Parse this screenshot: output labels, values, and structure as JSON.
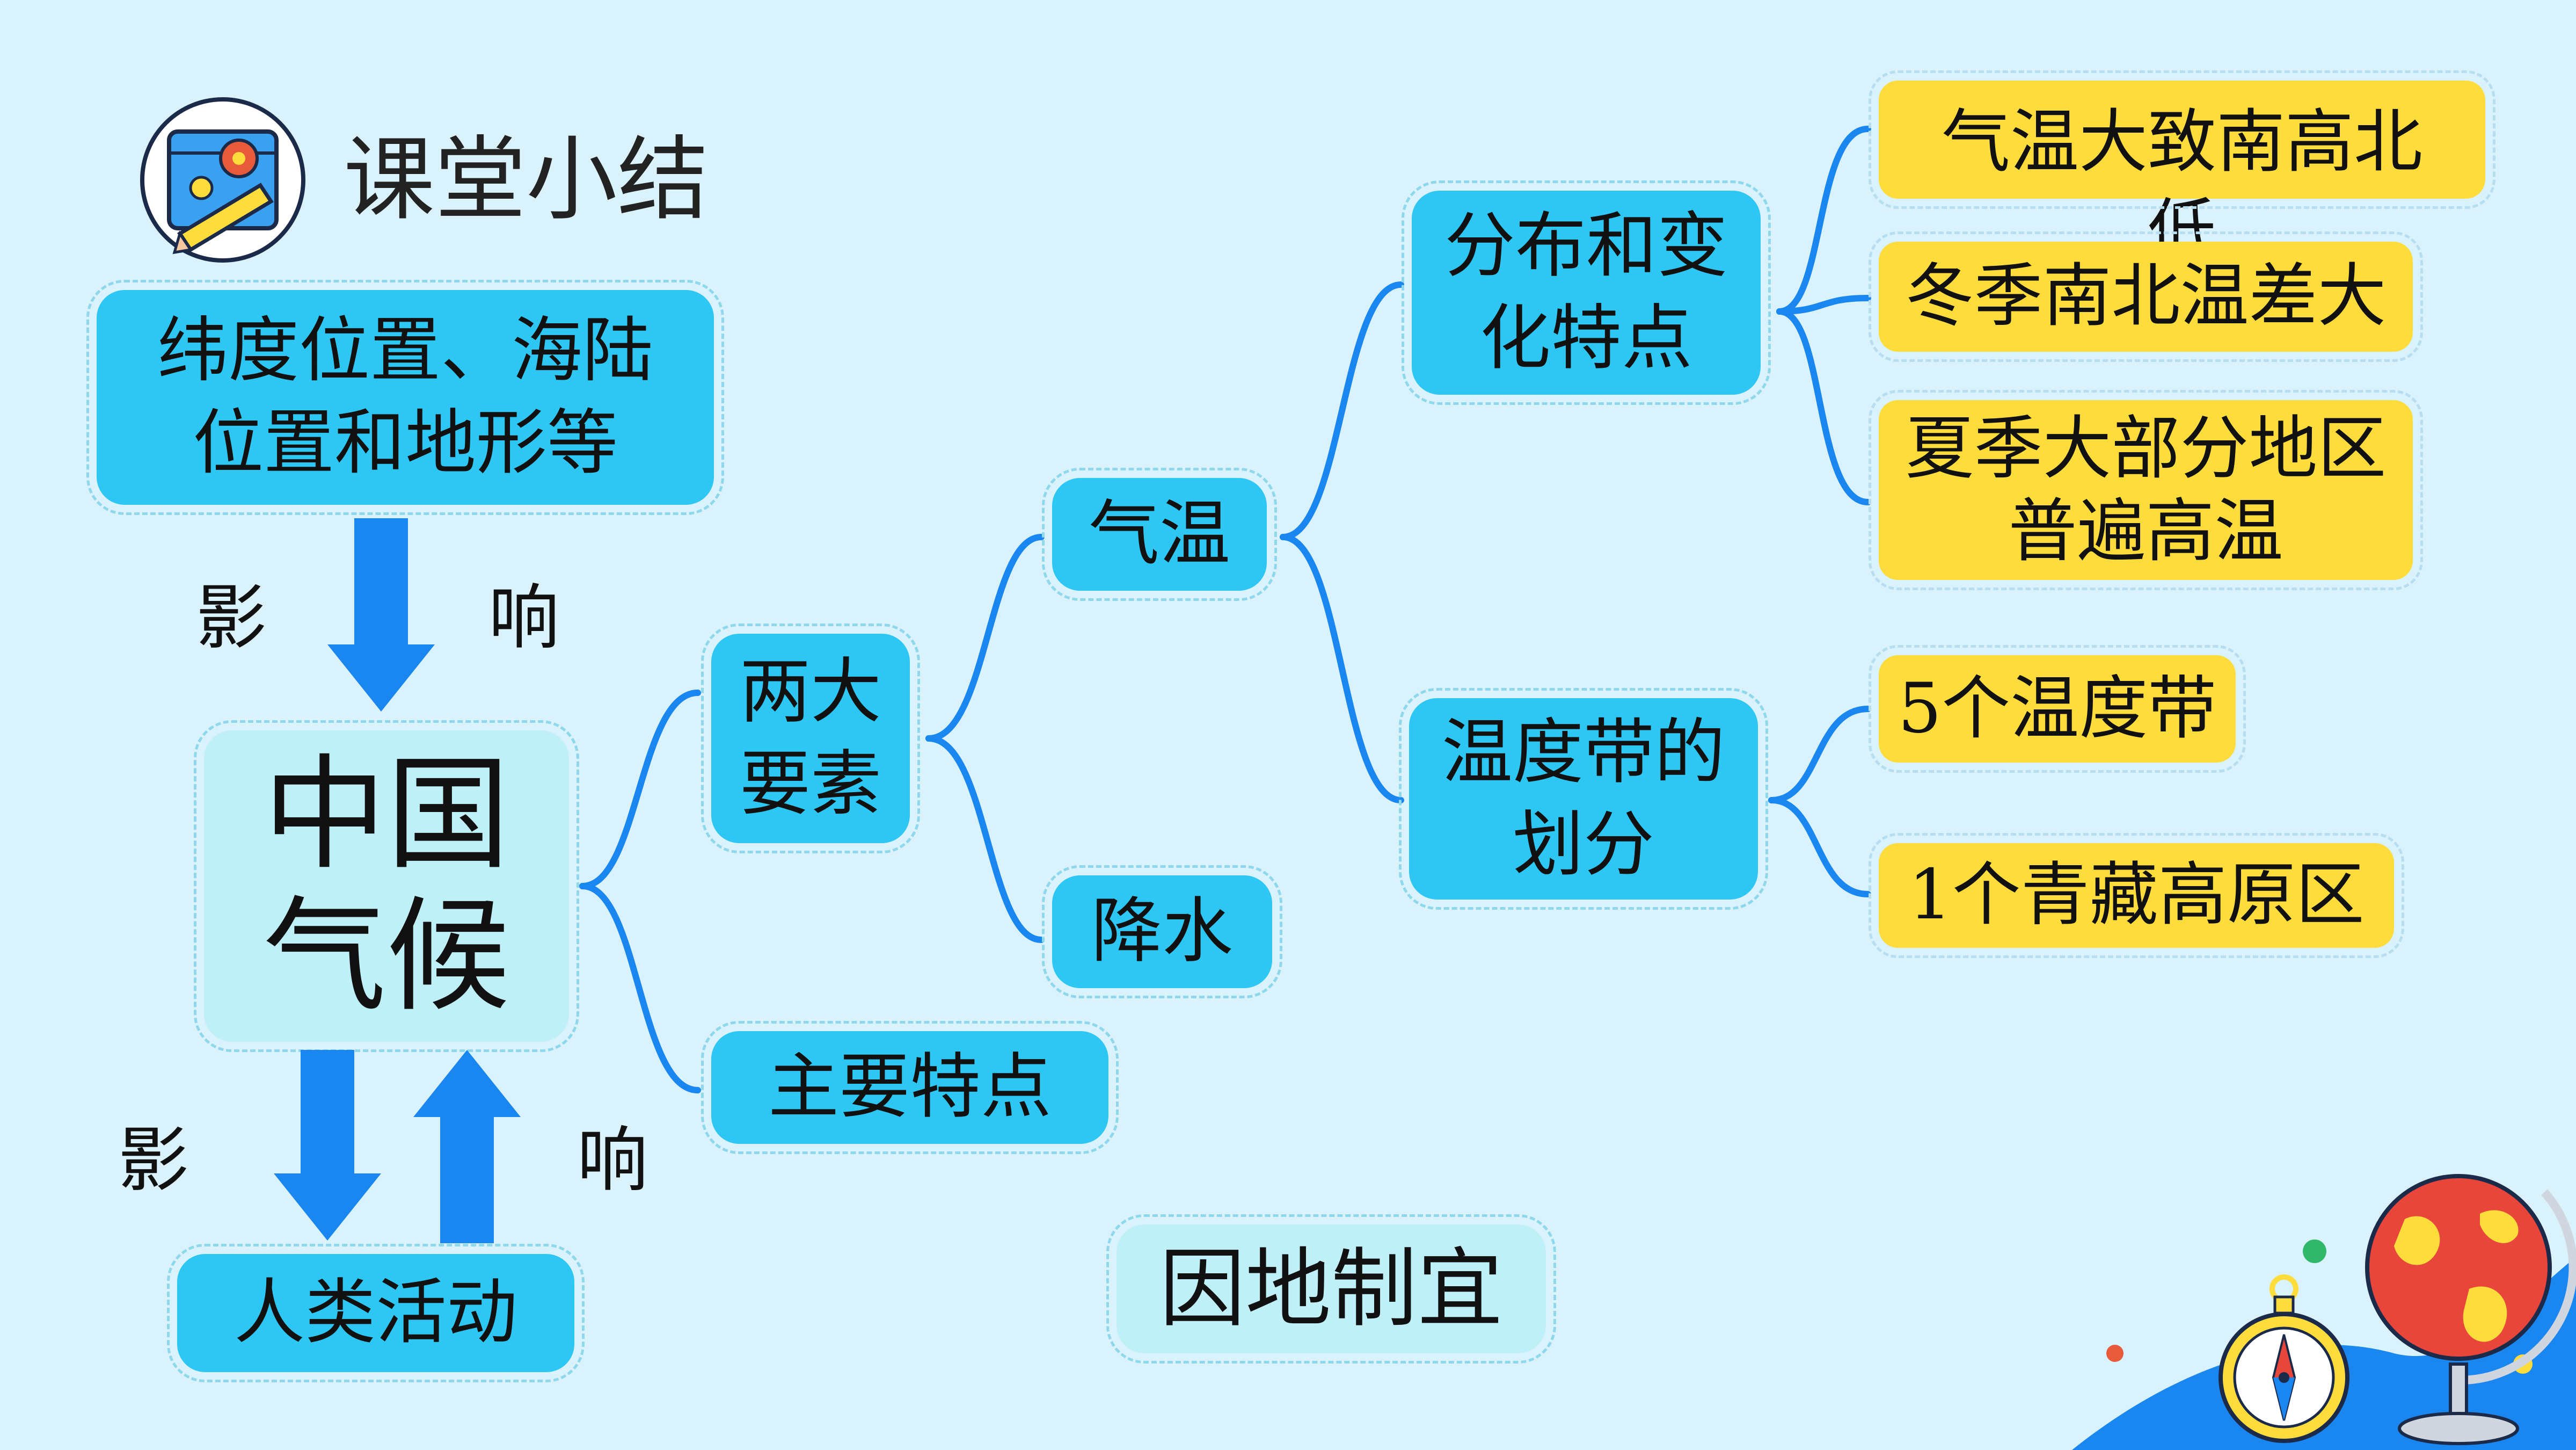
{
  "header": {
    "title": "课堂小结",
    "icon": "map-gear-pencil-icon"
  },
  "nodes": {
    "factors": "纬度位置、海陆\n位置和地形等",
    "core": "中国\n气候",
    "human": "人类活动",
    "elements": "两大\n要素",
    "features": "主要特点",
    "temperature": "气温",
    "precipitation": "降水",
    "distribution": "分布和变\n化特点",
    "zones": "温度带的\n划分",
    "leaf1": "气温大致南高北低",
    "leaf2": "冬季南北温差大",
    "leaf3": "夏季大部分地区\n普遍高温",
    "leaf4": "5个温度带",
    "leaf5": "1个青藏高原区",
    "adapt": "因地制宜"
  },
  "labels": {
    "influence_top_left": "影",
    "influence_top_right": "响",
    "influence_bottom_left": "影",
    "influence_bottom_right": "响"
  },
  "colors": {
    "node_blue": "#2ec6f3",
    "node_light": "#bff0f8",
    "node_yellow": "#fedc3c",
    "arrow_blue": "#1a86f0",
    "connector": "#1a86f0",
    "background": "#d9f2fb"
  },
  "decor": [
    "globe-icon",
    "compass-icon"
  ]
}
